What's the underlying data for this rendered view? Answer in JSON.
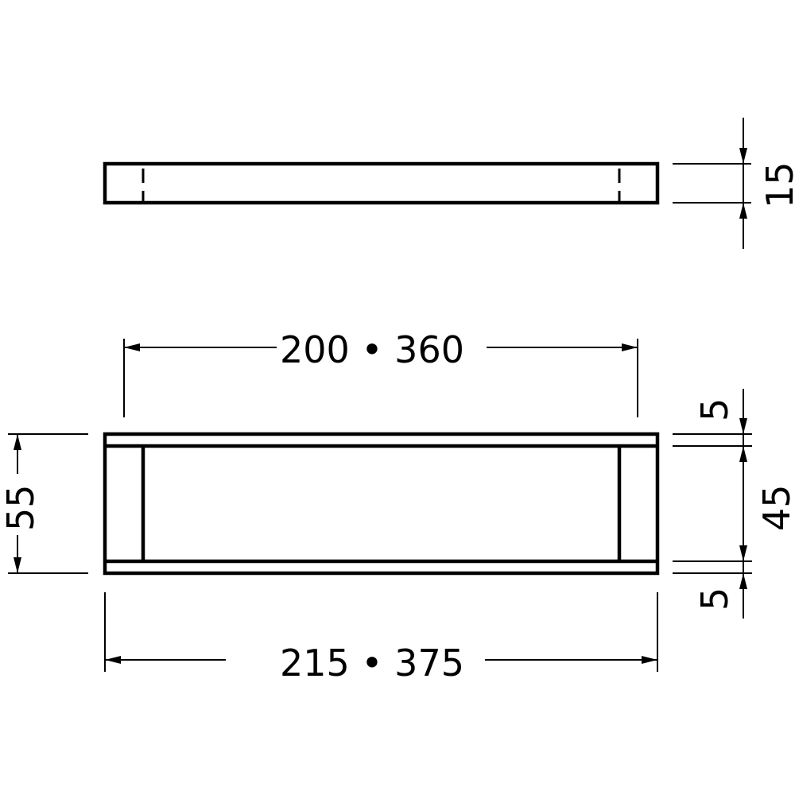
{
  "drawing": {
    "side_view": {
      "thickness_label": "15"
    },
    "front_view": {
      "inner_width_label": "200 • 360",
      "outer_width_label": "215 • 375",
      "total_height_label": "55",
      "top_rail_label": "5",
      "inner_height_label": "45",
      "bottom_rail_label": "5"
    },
    "colors": {
      "line": "#000000",
      "background": "#ffffff"
    }
  }
}
